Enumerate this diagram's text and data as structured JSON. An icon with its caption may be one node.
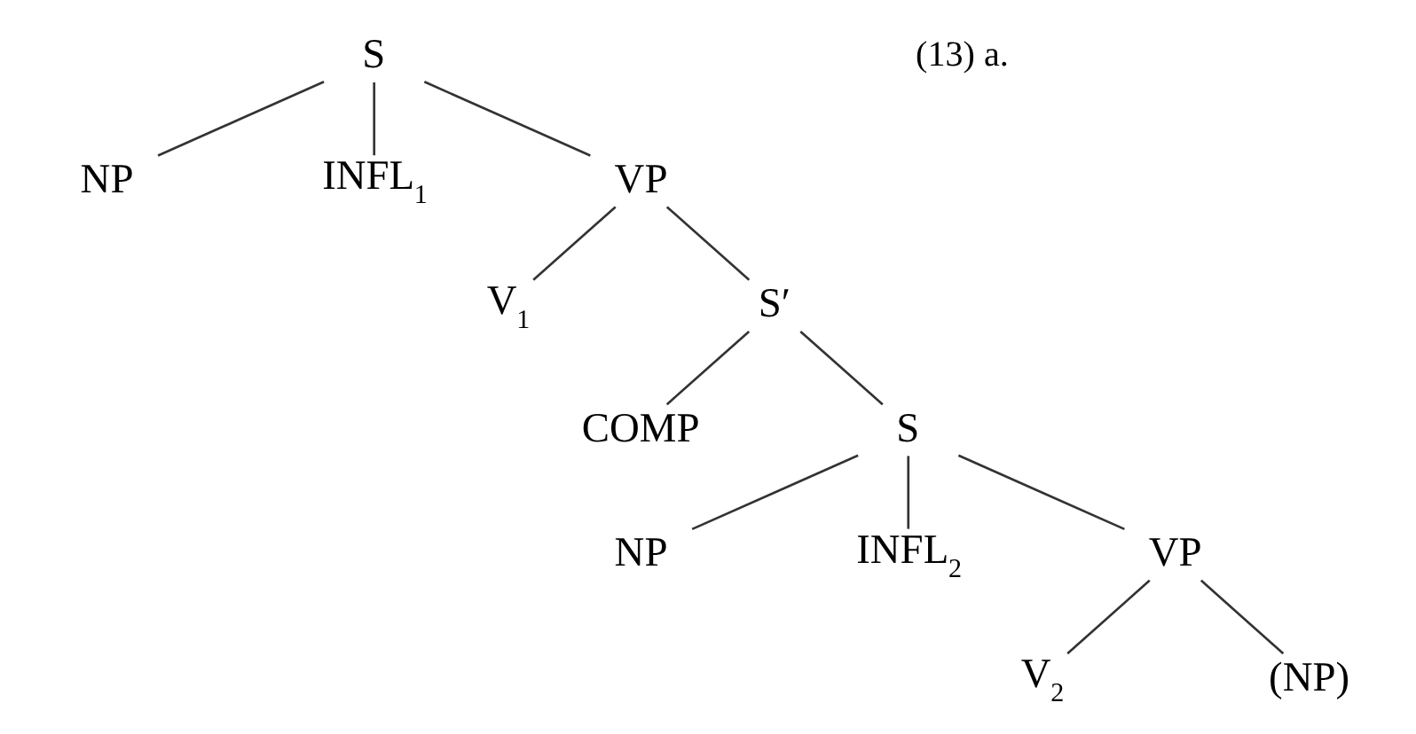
{
  "diagram": {
    "nodes": [
      {
        "text": [
          "S"
        ]
      },
      {
        "text": [
          "NP"
        ]
      },
      {
        "text": [
          "INFL$_{1}$"
        ]
      },
      {
        "text": [
          "VP"
        ]
      },
      {
        "text": [
          "V$_{1}$"
        ]
      },
      {
        "text": [
          "S′"
        ]
      },
      {
        "text": [
          "COMP"
        ]
      },
      {
        "text": [
          "S"
        ]
      },
      {
        "text": [
          "NP"
        ]
      },
      {
        "text": [
          "INFL$_{2}$"
        ]
      },
      {
        "text": [
          "VP"
        ]
      },
      {
        "text": [
          "V$_{2}$"
        ]
      },
      {
        "text": [
          "(NP)"
        ]
      }
    ],
    "edges": [
      {
        "from": 0,
        "to": 1,
        "arrow": "none"
      },
      {
        "from": 0,
        "to": 2,
        "arrow": "none"
      },
      {
        "from": 0,
        "to": 3,
        "arrow": "none"
      },
      {
        "from": 3,
        "to": 4,
        "arrow": "none"
      },
      {
        "from": 3,
        "to": 5,
        "arrow": "none"
      },
      {
        "from": 5,
        "to": 6,
        "arrow": "none"
      },
      {
        "from": 5,
        "to": 7,
        "arrow": "none"
      },
      {
        "from": 7,
        "to": 8,
        "arrow": "none"
      },
      {
        "from": 7,
        "to": 9,
        "arrow": "none"
      },
      {
        "from": 7,
        "to": 10,
        "arrow": "none"
      },
      {
        "from": 10,
        "to": 11,
        "arrow": "none"
      },
      {
        "from": 10,
        "to": 12,
        "arrow": "none"
      }
    ],
    "labels": [
      "(13) a."
    ]
  }
}
